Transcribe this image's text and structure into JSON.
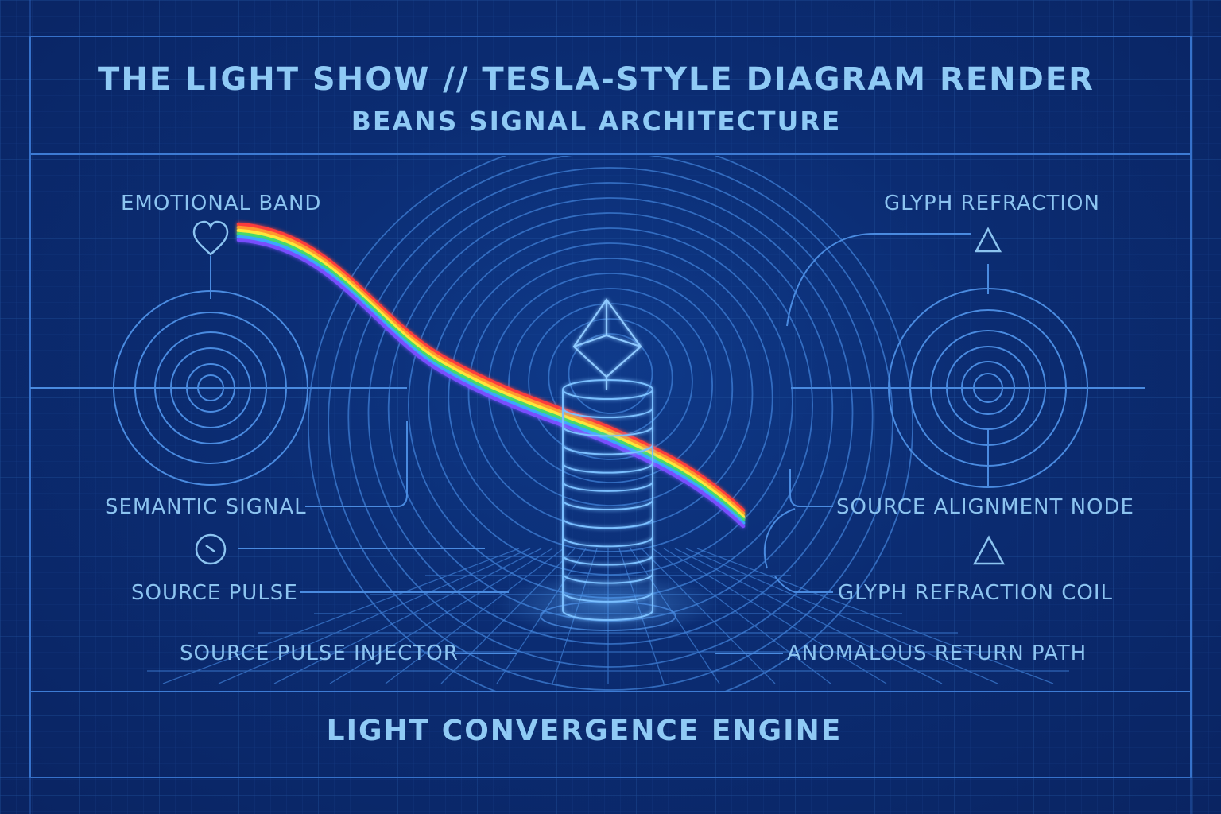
{
  "header": {
    "title": "THE LIGHT SHOW // TESLA-STYLE DIAGRAM RENDER",
    "subtitle": "BEANS SIGNAL ARCHITECTURE"
  },
  "labels": {
    "emotional_band": "EMOTIONAL BAND",
    "glyph_refraction": "GLYPH REFRACTION",
    "semantic_signal": "SEMANTIC SIGNAL",
    "source_alignment_node": "SOURCE ALIGNMENT NODE",
    "source_pulse": "SOURCE PULSE",
    "glyph_refraction_coil": "GLYPH REFRACTION COIL",
    "source_pulse_injector": "SOURCE PULSE INJECTOR",
    "anomalous_return_path": "ANOMALOUS RETURN PATH"
  },
  "footer": {
    "title": "LIGHT CONVERGENCE ENGINE"
  },
  "icons": {
    "emotional_band": "heart-icon",
    "glyph_refraction": "triangle-icon",
    "semantic_signal": "gauge-icon",
    "source_alignment_node": "triangle-icon",
    "core": "octahedron-icon"
  },
  "colors": {
    "background": "#0b2a6b",
    "line": "#3f7fd6",
    "text": "#8cc4f0",
    "rainbow": [
      "#ff3b3b",
      "#ff9a2e",
      "#ffe83a",
      "#3fd96b",
      "#3aa8ff",
      "#7a4dff"
    ]
  }
}
